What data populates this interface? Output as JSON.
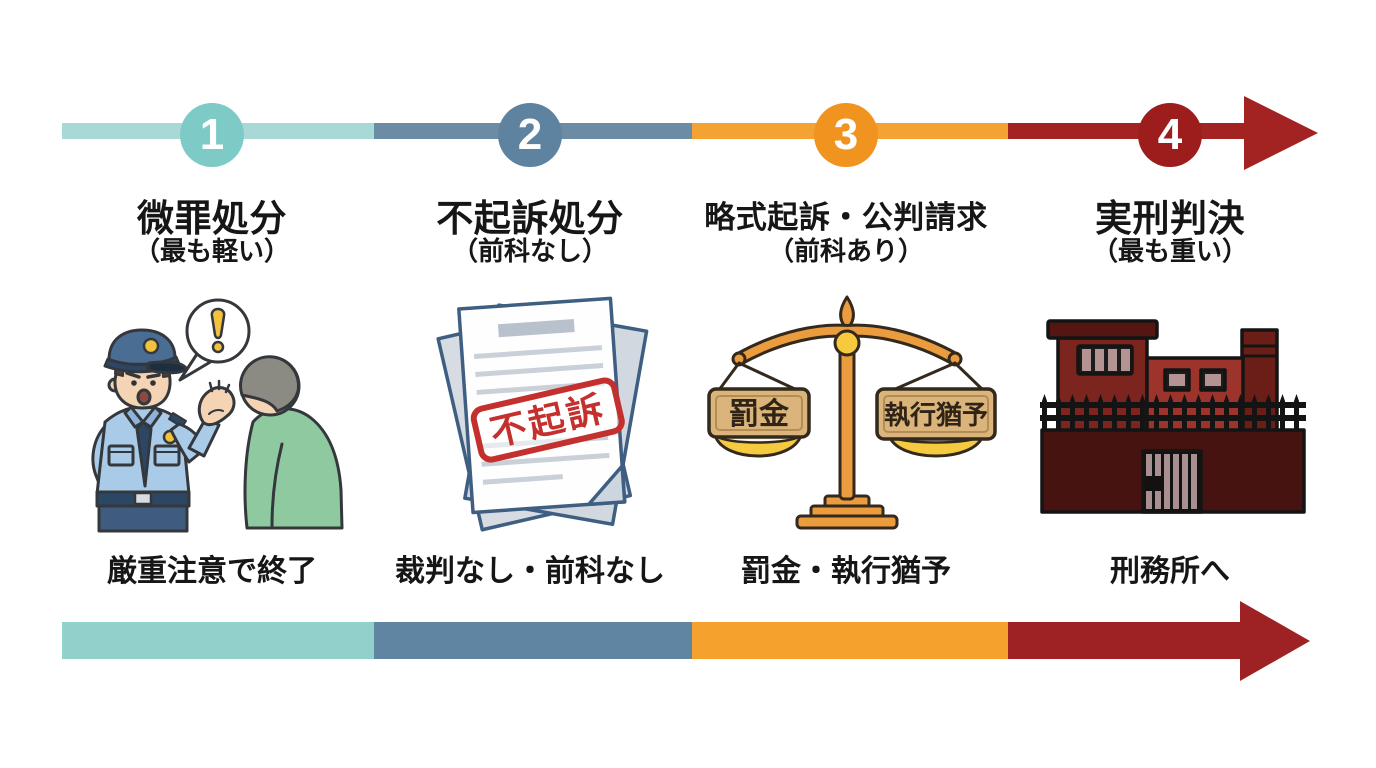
{
  "canvas": {
    "background": "#ffffff"
  },
  "steps": [
    {
      "number": "1",
      "title": "微罪処分",
      "subtitle": "（最も軽い）",
      "caption": "厳重注意で終了",
      "colors": {
        "top": "#a9d9d6",
        "circle": "#7ecac6",
        "bottom": "#90d1cc"
      }
    },
    {
      "number": "2",
      "title": "不起訴処分",
      "subtitle": "（前科なし）",
      "caption": "裁判なし・前科なし",
      "colors": {
        "top": "#6c8ca5",
        "circle": "#5e83a1",
        "bottom": "#5f85a2"
      }
    },
    {
      "number": "3",
      "title": "略式起訴・公判請求",
      "subtitle": "（前科あり）",
      "caption": "罰金・執行猶予",
      "colors": {
        "top": "#f3a233",
        "circle": "#f0941f",
        "bottom": "#f5a12d"
      }
    },
    {
      "number": "4",
      "title": "実刑判決",
      "subtitle": "（最も重い）",
      "caption": "刑務所へ",
      "colors": {
        "top": "#a32222",
        "circle": "#9d1d1d",
        "bottom": "#9e2123"
      }
    }
  ],
  "illustrations": {
    "police": {
      "icon": "police-warning-illustration",
      "exclamation_mark": "!"
    },
    "documents": {
      "icon": "document-stack-illustration",
      "stamp_text": "不起訴"
    },
    "scales": {
      "icon": "justice-scale-illustration",
      "left_label": "罰金",
      "right_label": "執行猶予"
    },
    "prison": {
      "icon": "prison-building-illustration"
    }
  }
}
